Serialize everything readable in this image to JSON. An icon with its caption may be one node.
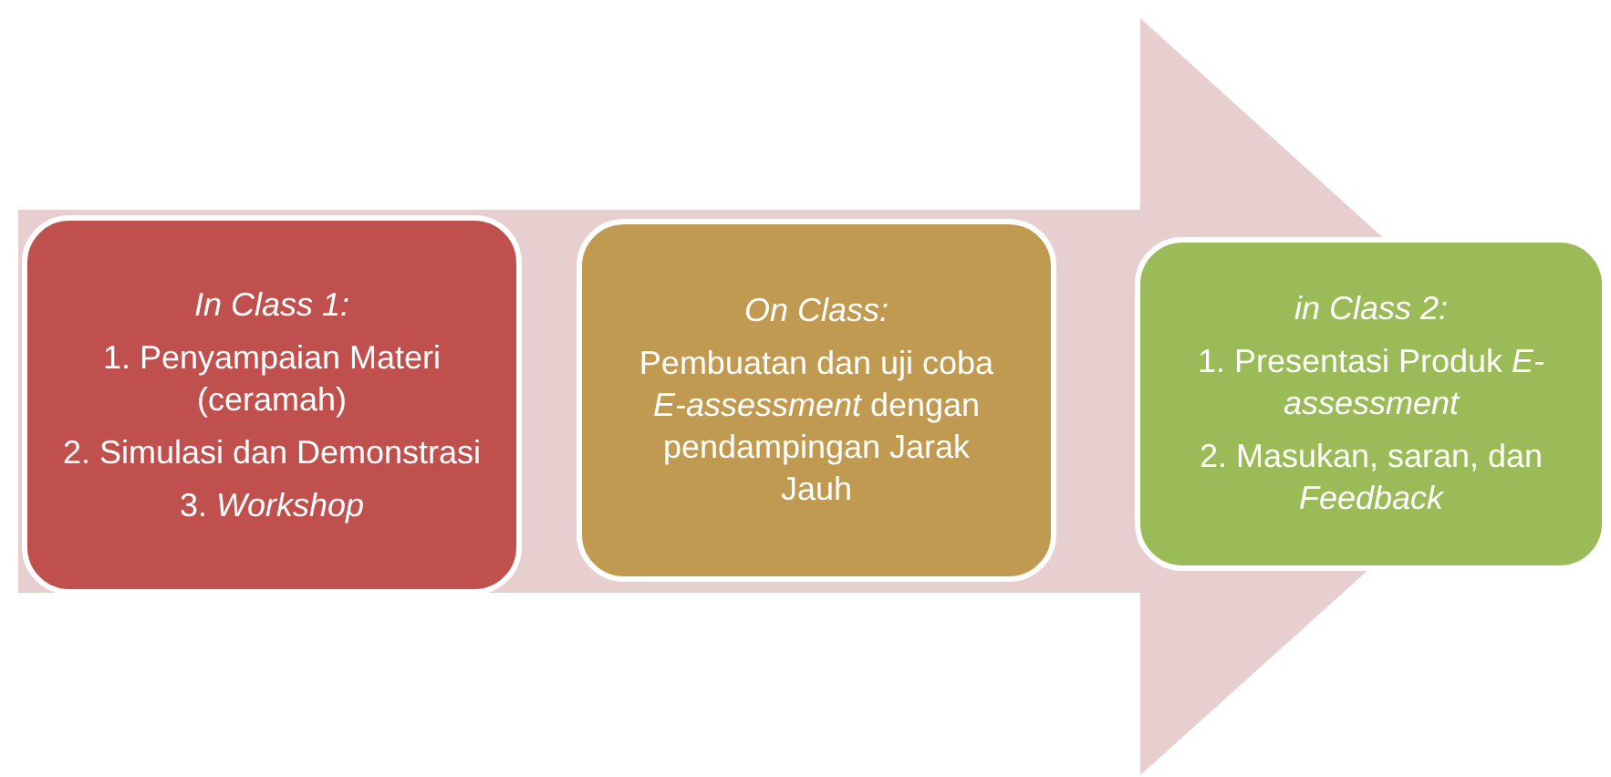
{
  "diagram": {
    "nodes": [
      {
        "text": [],
        "shape": "arrow"
      },
      {
        "text": [
          "In Class 1:",
          "1. Penyampaian Materi (ceramah)",
          "2. Simulasi dan Demonstrasi",
          "3. *Workshop*"
        ],
        "in": 0
      },
      {
        "text": [
          "On Class:",
          "Pembuatan dan uji coba *E-assessment* dengan pendampingan Jarak Jauh"
        ],
        "in": 0
      },
      {
        "text": [
          "in Class 2:",
          "1. Presentasi Produk *E-assessment*",
          "2. Masukan, saran, dan *Feedback*"
        ]
      }
    ]
  }
}
